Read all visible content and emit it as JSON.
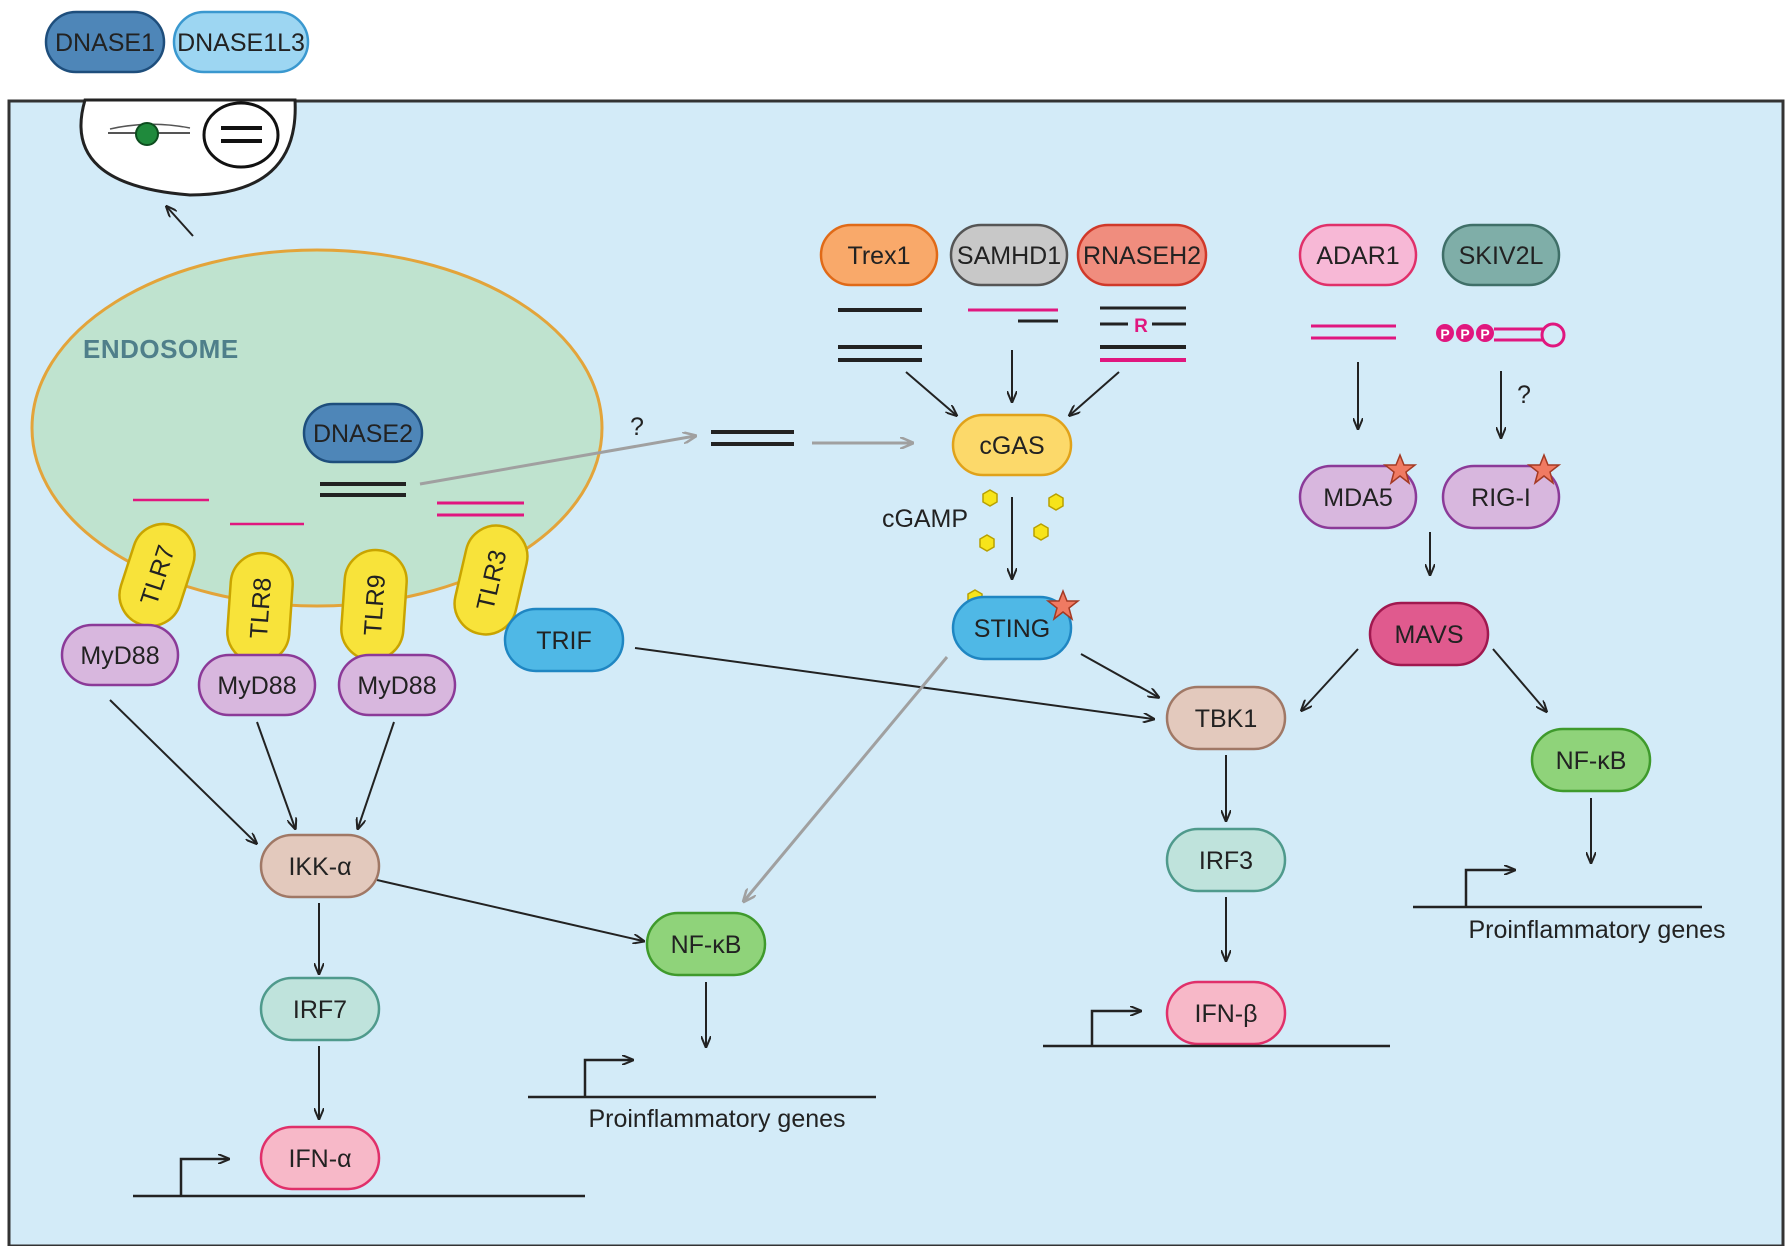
{
  "extracellular": {
    "nucleases": [
      "DNASE1",
      "DNASE1L3"
    ]
  },
  "endosome": {
    "label": "ENDOSOME",
    "dnase": "DNASE2",
    "transport_question": "?"
  },
  "receptors": {
    "tlr7": "TLR7",
    "tlr8": "TLR8",
    "tlr9": "TLR9",
    "tlr3": "TLR3",
    "trif": "TRIF",
    "myd88": "MyD88"
  },
  "tlr_pathway": {
    "ikk": "IKK-α",
    "irf7": "IRF7",
    "ifn_alpha": "IFN-α",
    "nfkb": "NF-κB",
    "genes_label": "Proinflammatory genes"
  },
  "dna_sensing": {
    "regulators": [
      "Trex1",
      "SAMHD1",
      "RNASEH2"
    ],
    "ribonucleotide_mark": "R",
    "cgas": "cGAS",
    "cgamp": "cGAMP",
    "sting": "STING",
    "tbk1": "TBK1",
    "irf3": "IRF3",
    "ifn_beta": "IFN-β"
  },
  "rna_sensing": {
    "regulators": [
      "ADAR1",
      "SKIV2L"
    ],
    "triphosphate": [
      "P",
      "P",
      "P"
    ],
    "question": "?",
    "mda5": "MDA5",
    "rigi": "RIG-I",
    "mavs": "MAVS",
    "nfkb": "NF-κB",
    "genes_label": "Proinflammatory genes"
  },
  "colors": {
    "cell_fill": "#d3ebf8",
    "endosome_fill": "#bfe3cf",
    "endosome_stroke": "#e3a43a",
    "tlr": "#f8e33a",
    "myd88": "#d8b7de",
    "trif": "#4fb8e6",
    "ikk_tbk": "#e3c9bd",
    "irf": "#bfe3dc",
    "ifn": "#f7b8c8",
    "nfkb": "#8fd37a",
    "dna": "#222222",
    "rna": "#e0177f",
    "grey_arrow": "#a0a0a0"
  }
}
